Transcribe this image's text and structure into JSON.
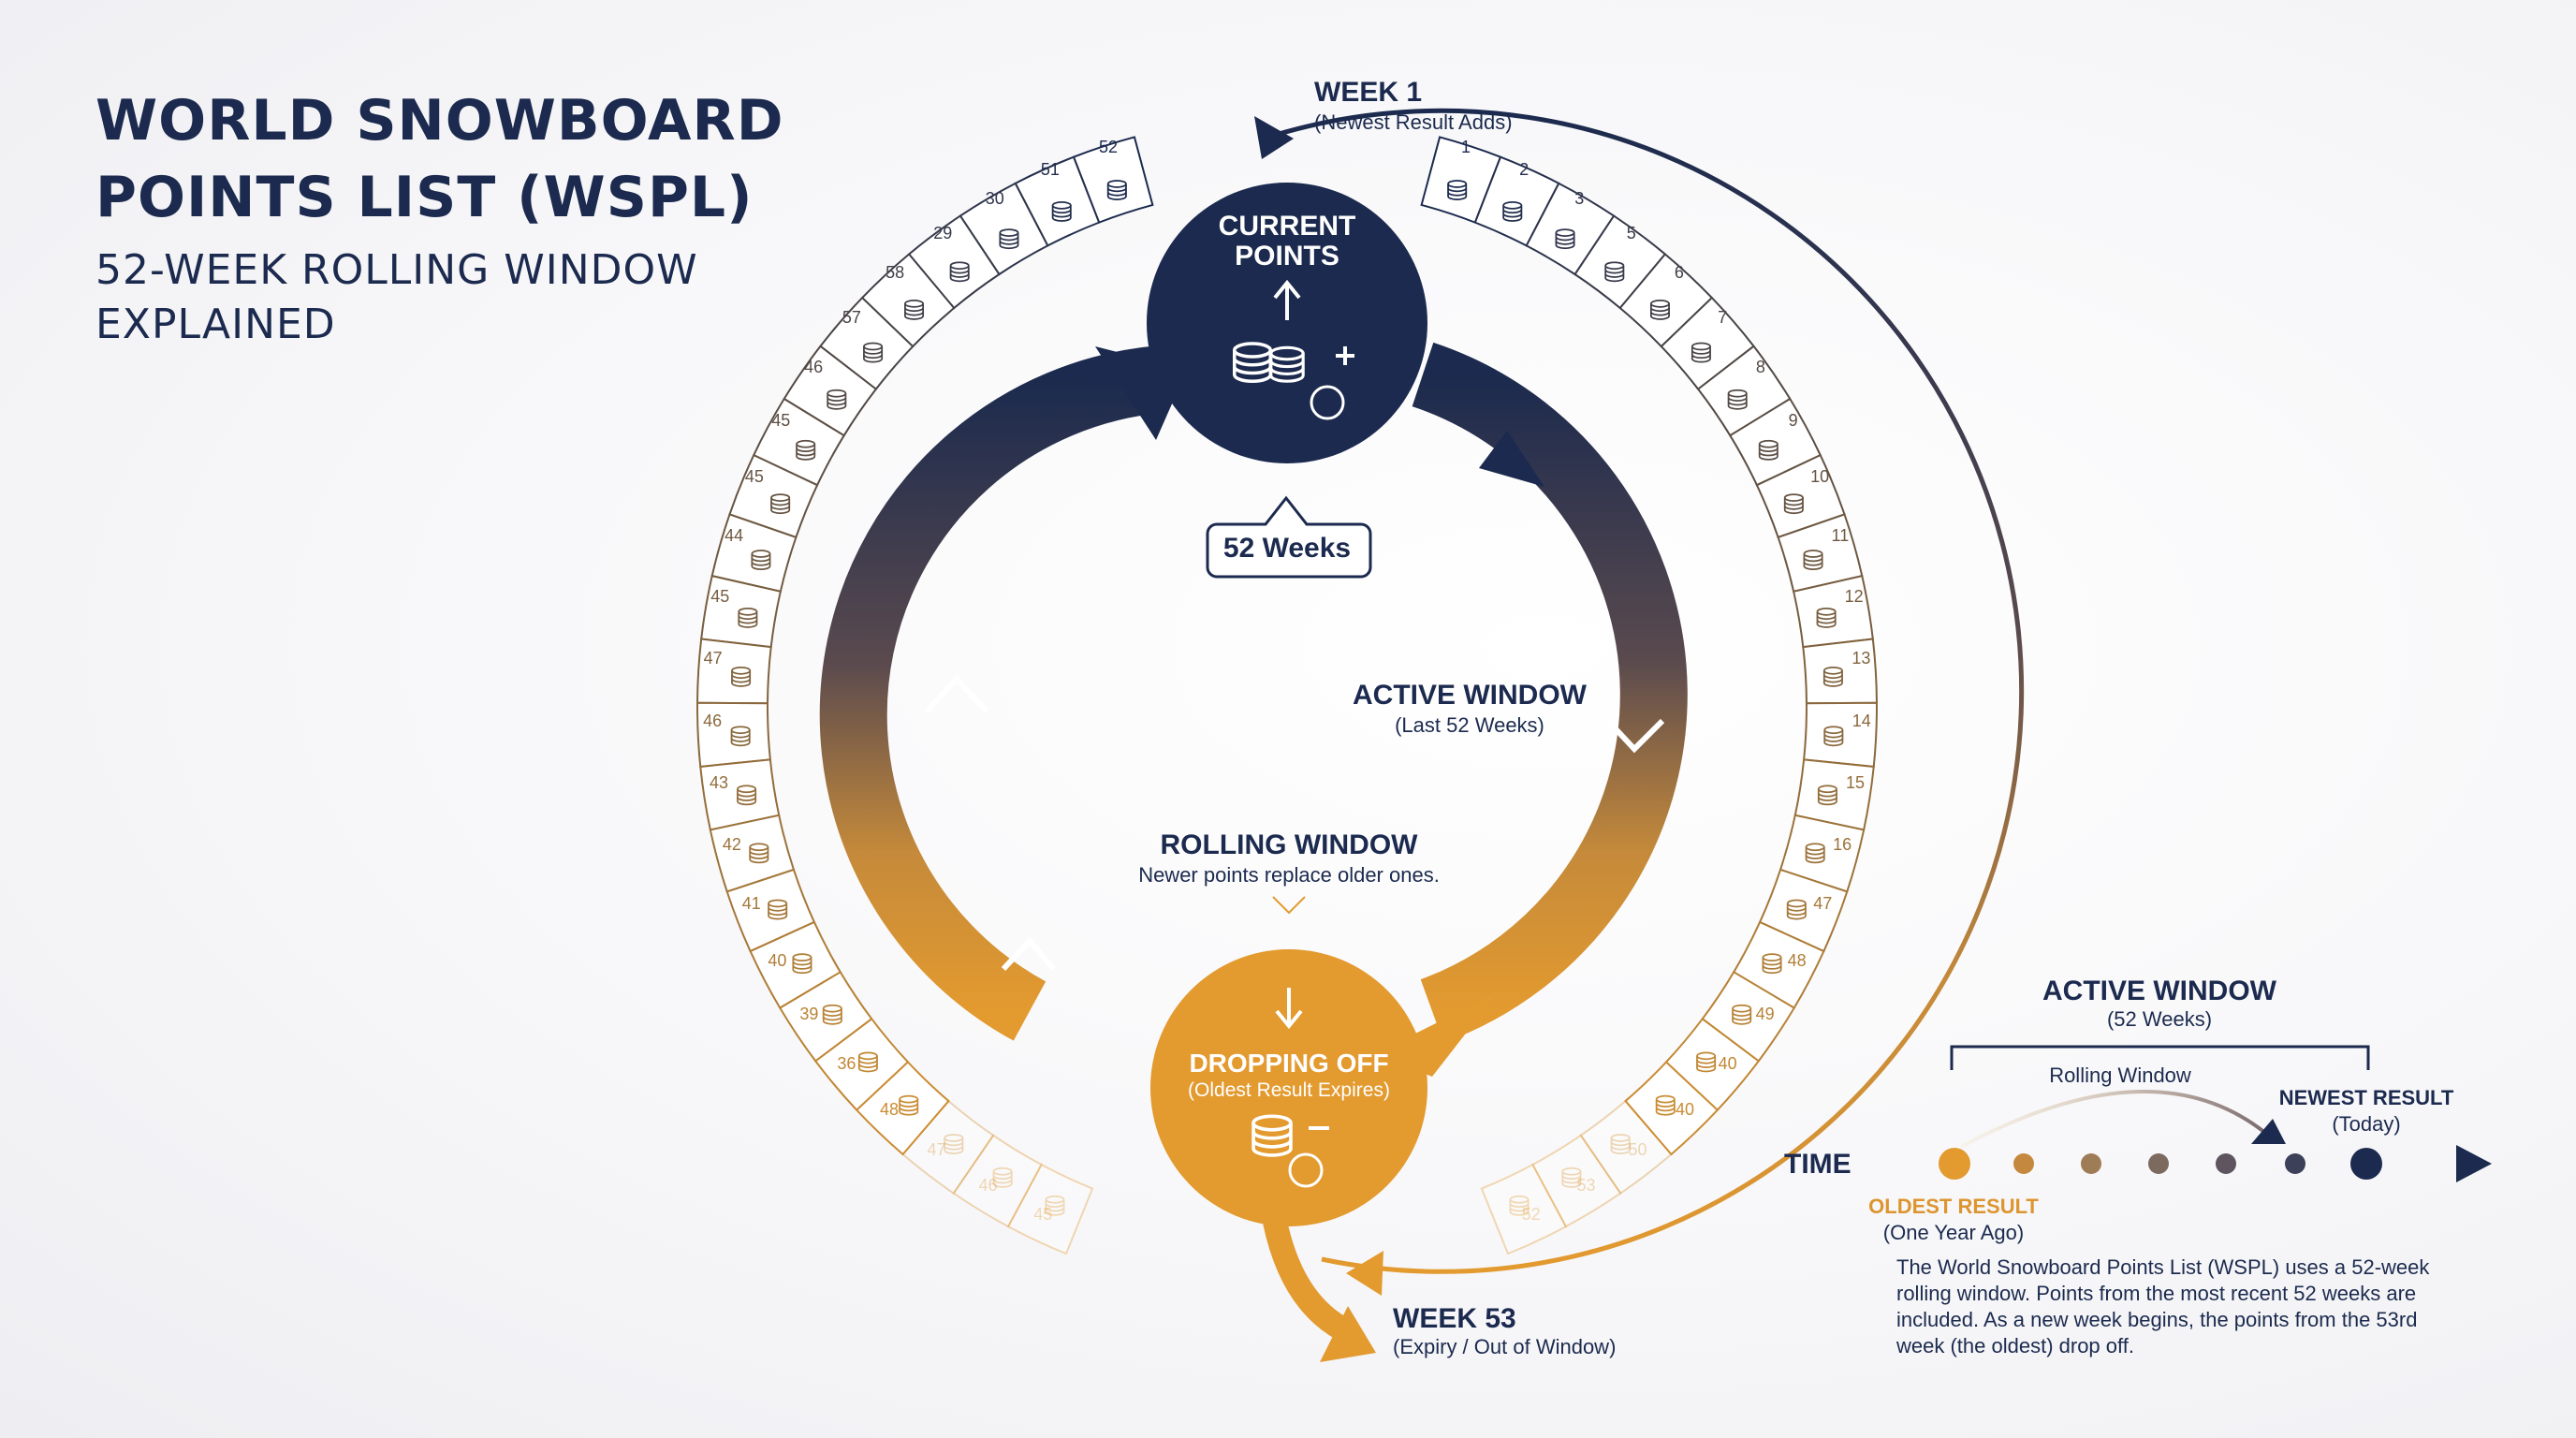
{
  "header": {
    "title": "WORLD SNOWBOARD POINTS LIST (WSPL)",
    "subtitle": "52-WEEK ROLLING WINDOW EXPLAINED"
  },
  "cycle": {
    "week1_title": "WEEK 1",
    "week1_sub": "(Newest Result Adds)",
    "week53_title": "WEEK 53",
    "week53_sub": "(Expiry / Out of Window)",
    "current_points_line1": "CURRENT",
    "current_points_line2": "POINTS",
    "weeks_badge": "52 Weeks",
    "active_window_title": "ACTIVE WINDOW",
    "active_window_sub": "(Last 52 Weeks)",
    "rolling_title": "ROLLING WINDOW",
    "rolling_sub": "Newer points replace older ones.",
    "dropping_title": "DROPPING OFF",
    "dropping_sub": "(Oldest Result Expires)"
  },
  "ring_segments": {
    "right_labels": [
      "1",
      "2",
      "3",
      "5",
      "6",
      "7",
      "8",
      "9",
      "10",
      "11",
      "12",
      "13",
      "14",
      "15",
      "16",
      "47",
      "48",
      "49",
      "40",
      "40",
      "50",
      "53",
      "52"
    ],
    "left_labels": [
      "52",
      "51",
      "30",
      "29",
      "58",
      "57",
      "46",
      "45",
      "45",
      "44",
      "45",
      "47",
      "46",
      "43",
      "42",
      "41",
      "40",
      "39",
      "36",
      "48",
      "47",
      "46",
      "45"
    ]
  },
  "timeline": {
    "title": "ACTIVE WINDOW",
    "subtitle": "(52 Weeks)",
    "rolling_label": "Rolling Window",
    "time_label": "TIME",
    "oldest_label": "OLDEST RESULT",
    "oldest_sub": "(One Year Ago)",
    "newest_label": "NEWEST RESULT",
    "newest_sub": "(Today)",
    "description": "The World Snowboard Points List (WSPL) uses a 52-week rolling window. Points from the most recent 52 weeks are included. As a new week begins, the points from the 53rd week (the oldest) drop off."
  },
  "colors": {
    "navy": "#1b2a4e",
    "gold": "#dc9530",
    "muted": "#8a7a6a"
  },
  "icons": {
    "coin": "coin-stack-icon",
    "up": "arrow-up-icon",
    "down": "arrow-down-icon",
    "plus": "plus-icon",
    "minus": "minus-icon"
  }
}
